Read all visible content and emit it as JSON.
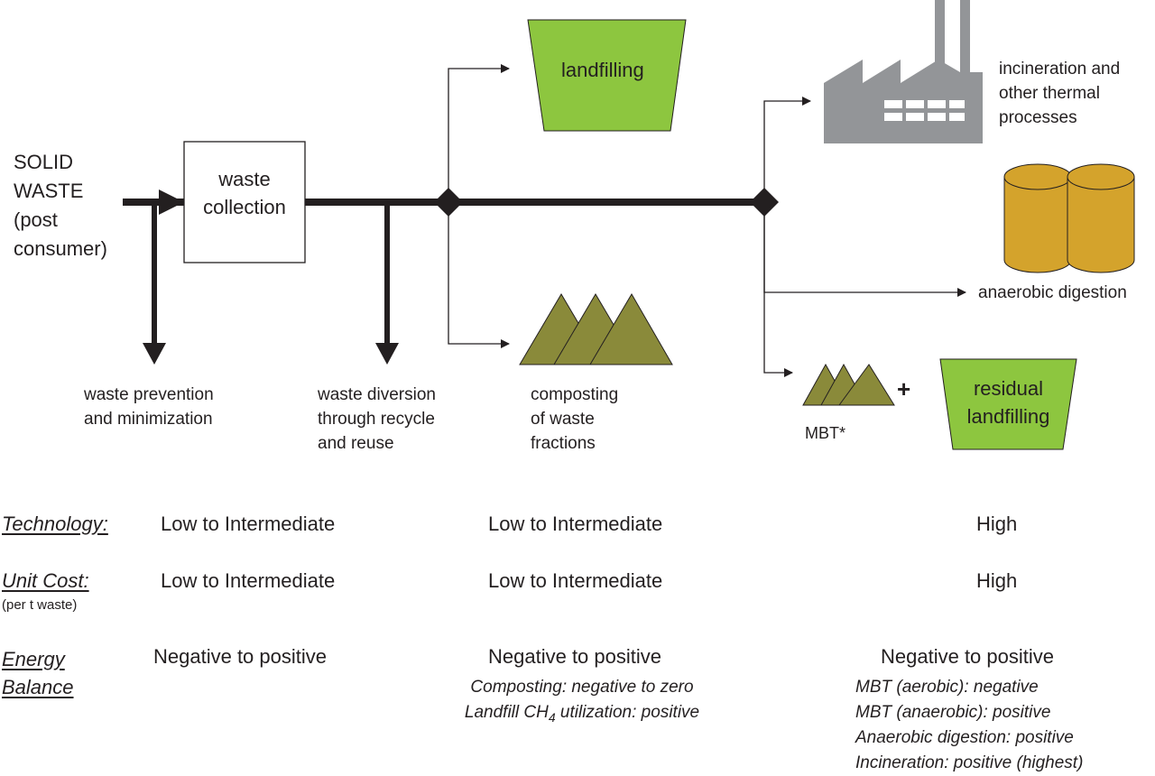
{
  "input": {
    "lines": [
      "SOLID",
      "WASTE",
      "(post",
      "consumer)"
    ]
  },
  "collection": {
    "lines": [
      "waste",
      "collection"
    ]
  },
  "landfilling": {
    "label": "landfilling",
    "color": "#8dc63f"
  },
  "incineration": {
    "lines": [
      "incineration and",
      "other thermal",
      "processes"
    ],
    "icon": "factory-icon",
    "color": "#939598"
  },
  "anaerobic": {
    "label": "anaerobic digestion",
    "icon": "digester-tanks-icon",
    "color": "#d4a32c"
  },
  "prevention": {
    "lines": [
      "waste prevention",
      "and minimization"
    ]
  },
  "diversion": {
    "lines": [
      "waste diversion",
      "through recycle",
      "and reuse"
    ]
  },
  "composting": {
    "lines": [
      "composting",
      "of waste",
      "fractions"
    ],
    "icon": "compost-piles-icon",
    "color": "#8a8a3a"
  },
  "mbt": {
    "label": "MBT*",
    "plus": "+"
  },
  "residual": {
    "lines": [
      "residual",
      "landfilling"
    ]
  },
  "table": {
    "technology": {
      "header": "Technology:",
      "values": [
        "Low to Intermediate",
        "Low to Intermediate",
        "High"
      ]
    },
    "unit_cost": {
      "header": "Unit Cost:",
      "sub": "(per t waste)",
      "values": [
        "Low to Intermediate",
        "Low to Intermediate",
        "High"
      ]
    },
    "energy": {
      "header_lines": [
        "Energy",
        "Balance"
      ],
      "values": [
        "Negative to positive",
        "Negative to positive",
        "Negative to positive"
      ],
      "notes_mid": [
        "Composting: negative to zero"
      ],
      "note_mid_ch4_pre": "Landfill CH",
      "note_mid_ch4_sub": "4",
      "note_mid_ch4_post": " utilization: positive",
      "notes_right": [
        "MBT (aerobic): negative",
        "MBT (anaerobic): positive",
        "Anaerobic digestion: positive",
        "Incineration: positive (highest)"
      ]
    }
  }
}
